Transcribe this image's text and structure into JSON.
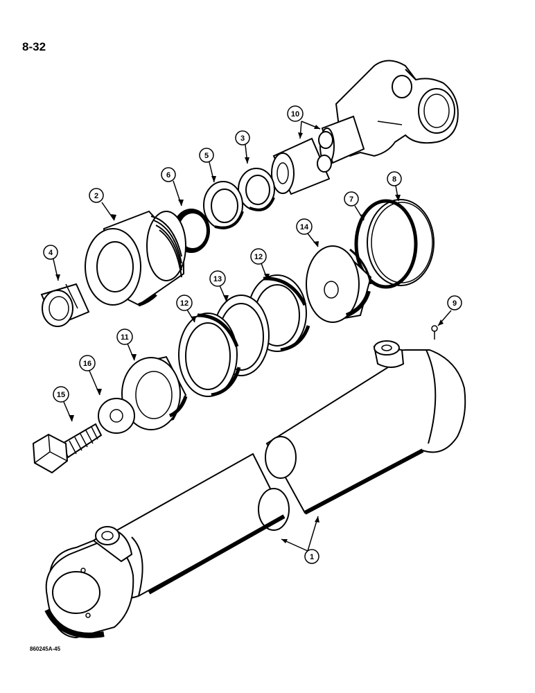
{
  "page": {
    "page_number": "8-32",
    "figure_code": "860245A-45"
  },
  "callouts": [
    {
      "id": "c1",
      "label": "1"
    },
    {
      "id": "c2",
      "label": "2"
    },
    {
      "id": "c3",
      "label": "3"
    },
    {
      "id": "c4",
      "label": "4"
    },
    {
      "id": "c5",
      "label": "5"
    },
    {
      "id": "c6",
      "label": "6"
    },
    {
      "id": "c7",
      "label": "7"
    },
    {
      "id": "c8",
      "label": "8"
    },
    {
      "id": "c9",
      "label": "9"
    },
    {
      "id": "c10",
      "label": "10"
    },
    {
      "id": "c11",
      "label": "11"
    },
    {
      "id": "c12a",
      "label": "12"
    },
    {
      "id": "c12b",
      "label": "12"
    },
    {
      "id": "c13",
      "label": "13"
    },
    {
      "id": "c14",
      "label": "14"
    },
    {
      "id": "c15",
      "label": "15"
    },
    {
      "id": "c16",
      "label": "16"
    }
  ]
}
